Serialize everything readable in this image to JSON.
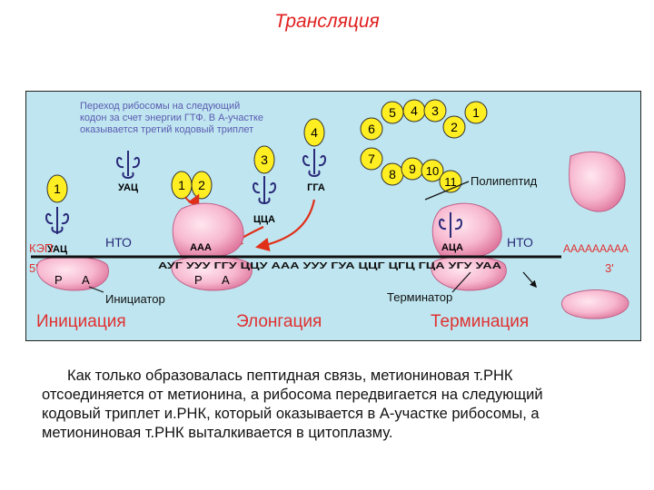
{
  "page": {
    "title": "Трансляция",
    "caption_lines": [
      "Как только образовалась пептидная связь, метиониновая т.РНК",
      "отсоединяется от метионина, а рибосома передвигается на следующий",
      "кодовый триплет и.РНК, который оказывается в А-участке рибосомы, а",
      "метиониновая т.РНК выталкивается в цитоплазму."
    ]
  },
  "diagram": {
    "note_lines": [
      "Переход рибосомы на следующий",
      "кодон за счет энергии ГТФ. В А-участке",
      "оказывается третий кодовый триплет"
    ],
    "cap": "КЭП",
    "five_prime": "5'",
    "three_prime": "3'",
    "poly_a": "ААААААААА",
    "mrna_sequence": "АУГ УУУ ГГУ ЦЦУ ААА УУУ ГУА ЦЦГ ЦГЦ ГЦА УГУ УАА",
    "nto_left": "НТО",
    "nto_right": "НТО",
    "site_p": "Р",
    "site_a": "А",
    "initiator": "Инициатор",
    "terminator": "Терминатор",
    "polypeptide": "Полипептид",
    "trna_initiator_anticodon": "УАЦ",
    "trna_free_1_anticodon": "УАЦ",
    "trna_ribosome_anticodon": "ААА",
    "trna_free_3_anticodon": "ЦЦА",
    "trna_free_4_anticodon": "ГГА",
    "trna_terminal_anticodon": "АЦА",
    "aa_1": "1",
    "aa_2": "2",
    "aa_3": "3",
    "aa_4": "4",
    "aa_5": "5",
    "aa_6": "6",
    "aa_7": "7",
    "aa_8": "8",
    "aa_9": "9",
    "aa_10": "10",
    "aa_11": "11",
    "stage_initiation": "Инициация",
    "stage_elongation": "Элонгация",
    "stage_termination": "Терминация",
    "colors": {
      "panel": "#bfe6f0",
      "amino_acid": "#ffee22",
      "ribosome": "#f7b8cf",
      "arrow": "#e0301a",
      "stage_text": "#e03030",
      "note_text": "#5a5ab0"
    }
  }
}
